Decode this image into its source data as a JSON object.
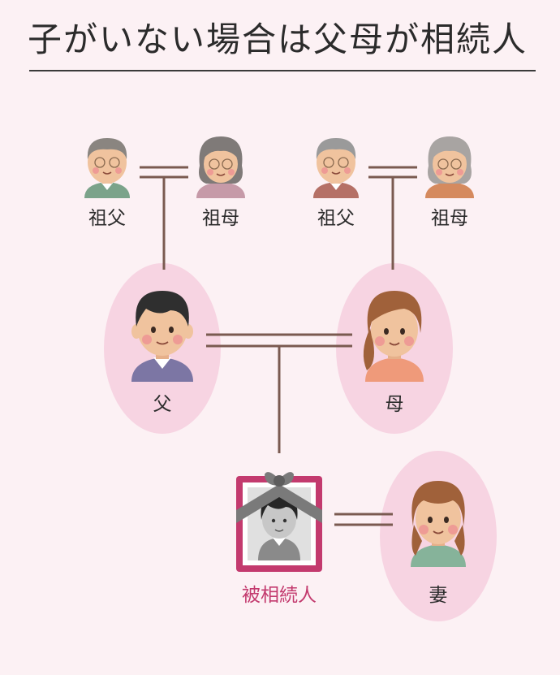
{
  "title": "子がいない場合は父母が相続人",
  "grandparents": [
    {
      "label": "祖父"
    },
    {
      "label": "祖母"
    },
    {
      "label": "祖父"
    },
    {
      "label": "祖母"
    }
  ],
  "parents": {
    "father": {
      "label": "父"
    },
    "mother": {
      "label": "母"
    }
  },
  "deceased": {
    "label": "被相続人"
  },
  "spouse": {
    "label": "妻"
  },
  "colors": {
    "background": "#fcf1f4",
    "highlight_oval": "#f7d4e2",
    "line": "#7a5a50",
    "deceased_label": "#c33a6e",
    "frame": "#c33a6e"
  }
}
